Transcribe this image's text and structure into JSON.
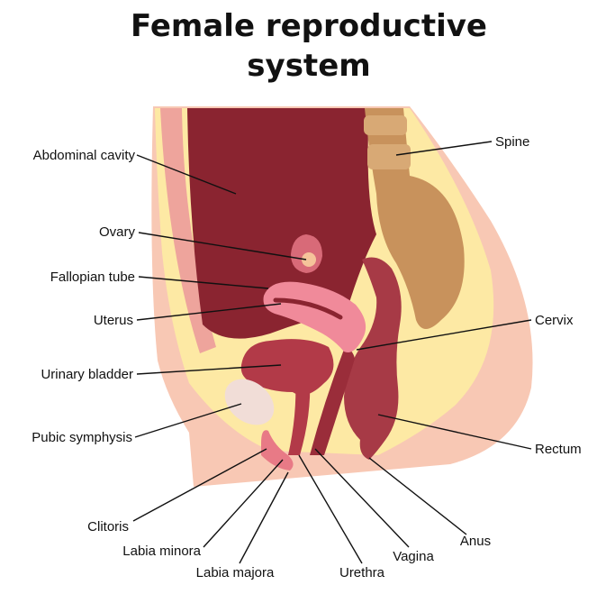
{
  "title": {
    "line1": "Female reproductive",
    "line2": "system"
  },
  "labels": {
    "abdominal_cavity": "Abdominal cavity",
    "ovary": "Ovary",
    "fallopian_tube": "Fallopian tube",
    "uterus": "Uterus",
    "urinary_bladder": "Urinary bladder",
    "pubic_symphysis": "Pubic symphysis",
    "clitoris": "Clitoris",
    "labia_minora": "Labia minora",
    "labia_majora": "Labia majora",
    "urethra": "Urethra",
    "vagina": "Vagina",
    "anus": "Anus",
    "rectum": "Rectum",
    "cervix": "Cervix",
    "spine": "Spine"
  },
  "colors": {
    "skin": "#f8c8b4",
    "fat": "#fde9a4",
    "cavity": "#8a2430",
    "uterus": "#f08a9a",
    "bladder": "#b23a48",
    "spine": "#c8925c",
    "bone": "#f1ddd7"
  }
}
